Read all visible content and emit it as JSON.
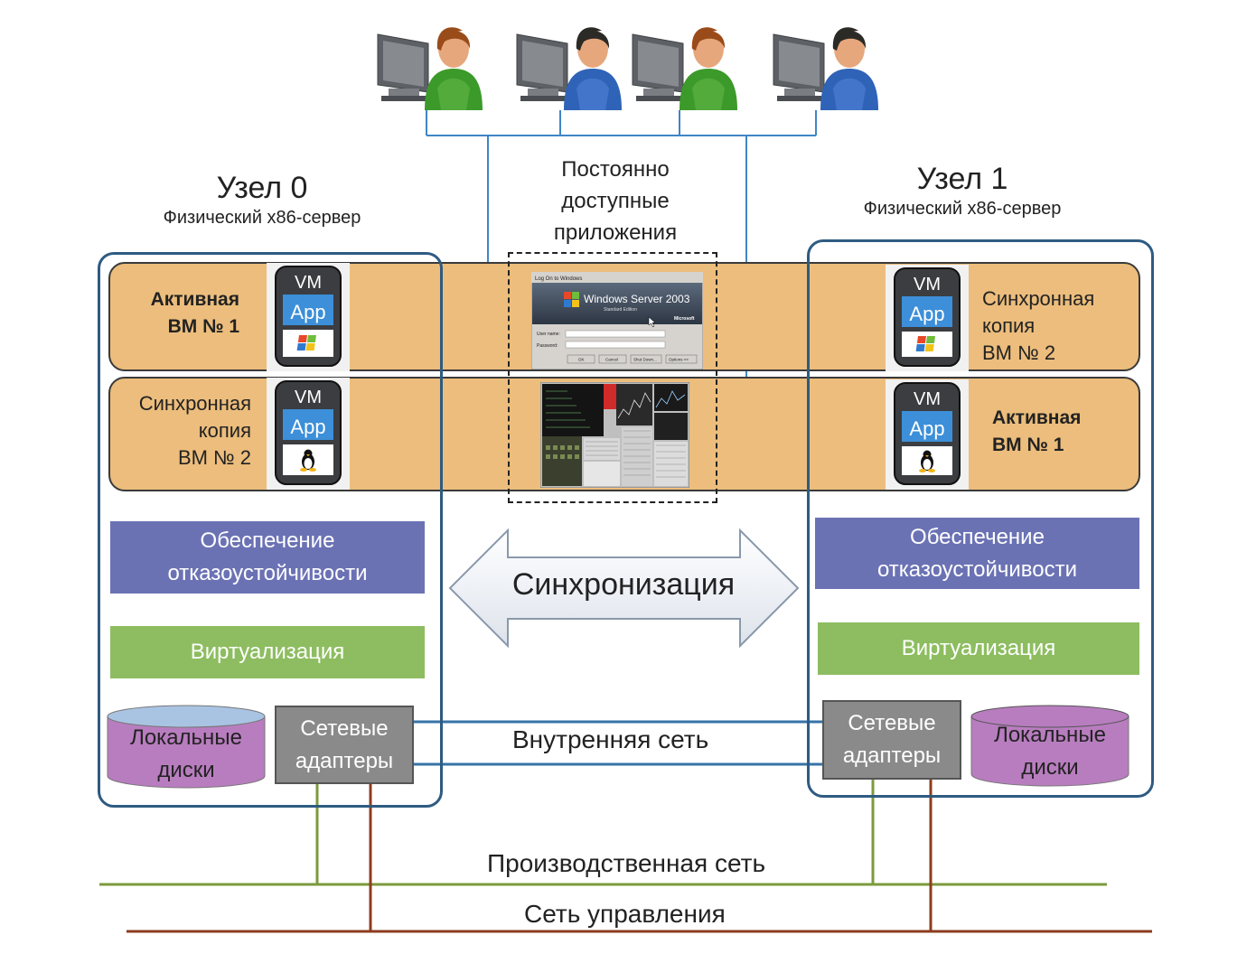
{
  "center": {
    "title_lines": [
      "Постоянно",
      "доступные",
      "приложения"
    ],
    "win_screenshot": {
      "caption": "Log On to Windows",
      "brand": "Windows Server 2003",
      "edition": "Standard Edition",
      "vendor": "Microsoft",
      "user_label": "User name:",
      "password_label": "Password:",
      "buttons": [
        "OK",
        "Cancel",
        "Shut Down...",
        "Options <<"
      ]
    }
  },
  "node0": {
    "title": "Узел 0",
    "subtitle": "Физический x86-сервер",
    "vm1": {
      "lines": [
        "Активная",
        "ВМ № 1"
      ],
      "icon": "windows-flag-icon"
    },
    "vm2": {
      "lines": [
        "Синхронная",
        "копия",
        "ВМ № 2"
      ],
      "icon": "linux-penguin-icon"
    },
    "ft_layer": [
      "Обеспечение",
      "отказоустойчивости"
    ],
    "virt_layer": "Виртуализация",
    "disks": [
      "Локальные",
      "диски"
    ],
    "adapters": [
      "Сетевые",
      "адаптеры"
    ]
  },
  "node1": {
    "title": "Узел 1",
    "subtitle": "Физический x86-сервер",
    "vm1": {
      "lines": [
        "Синхронная",
        "копия",
        "ВМ № 2"
      ],
      "icon": "windows-flag-icon"
    },
    "vm2": {
      "lines": [
        "Активная",
        "ВМ № 1"
      ],
      "icon": "linux-penguin-icon"
    },
    "ft_layer": [
      "Обеспечение",
      "отказоустойчивости"
    ],
    "virt_layer": "Виртуализация",
    "disks": [
      "Локальные",
      "диски"
    ],
    "adapters": [
      "Сетевые",
      "адаптеры"
    ]
  },
  "vm_icon": {
    "top": "VM",
    "mid": "App"
  },
  "sync": "Синхронизация",
  "networks": {
    "internal": "Внутренняя сеть",
    "production": "Производственная сеть",
    "management": "Сеть управления"
  },
  "colors": {
    "node_border": "#2e5b82",
    "vm_band": "#ecbd7c",
    "ft_layer": "#6b72b4",
    "virt_layer": "#8dbd60",
    "disk": "#b87dbf",
    "adapter": "#8a8a8a",
    "user_lines": "#3f86c6",
    "internal_net": "#3573a8",
    "production_net": "#7c9a3e",
    "management_net": "#8c3c1e"
  },
  "users": [
    {
      "icon": "user-at-computer-icon",
      "shirt": "green"
    },
    {
      "icon": "user-at-computer-icon",
      "shirt": "blue"
    },
    {
      "icon": "user-at-computer-icon",
      "shirt": "green"
    },
    {
      "icon": "user-at-computer-icon",
      "shirt": "blue"
    }
  ]
}
